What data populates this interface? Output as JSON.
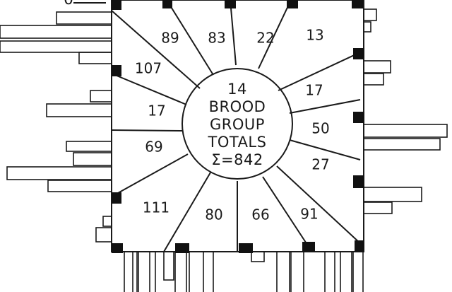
{
  "top_left_fragment": "0",
  "center": {
    "lines": [
      "14",
      "BROOD",
      "GROUP",
      "TOTALS",
      "Σ=842"
    ]
  },
  "sectors": [
    "89",
    "83",
    "22",
    "13",
    "107",
    "17",
    "17",
    "50",
    "69",
    "27",
    "111",
    "80",
    "66",
    "91"
  ],
  "colors": {
    "ink": "#1a1a1a",
    "background": "#ffffff"
  }
}
